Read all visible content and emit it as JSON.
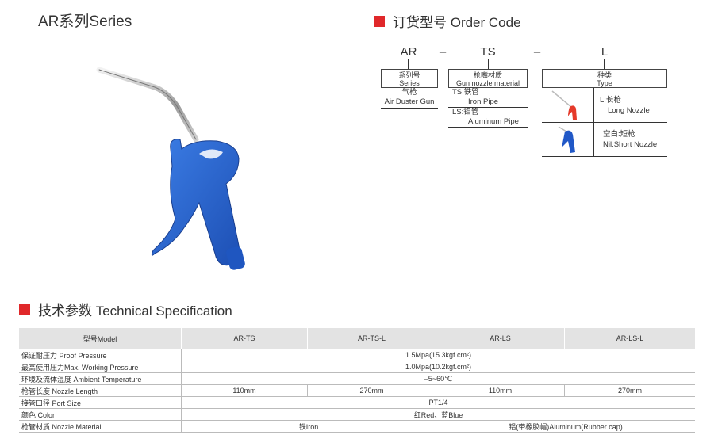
{
  "series_title": "AR系列Series",
  "order_code": {
    "heading": "订货型号 Order Code",
    "codes": [
      "AR",
      "TS",
      "L"
    ],
    "separators": [
      "–",
      "–"
    ],
    "series_box": {
      "cn": "系列号",
      "en": "Series"
    },
    "series_desc": {
      "cn": "气枪",
      "en": "Air Duster Gun"
    },
    "nozzle_box": "枪嘴材质\nGun nozzle material",
    "nozzle_options": [
      {
        "cn": "TS:铁管",
        "en": "Iron Pipe"
      },
      {
        "cn": "LS:铝管",
        "en": "Aluminum Pipe"
      }
    ],
    "type_box": {
      "cn": "种类",
      "en": "Type"
    },
    "type_options": [
      {
        "cn": "L:长枪",
        "en": "Long Nozzle",
        "color": "#e53a2a"
      },
      {
        "cn": "空白:短枪",
        "en": "Nil:Short Nozzle",
        "color": "#2158c7"
      }
    ]
  },
  "tech_spec": {
    "heading": "技术参数 Technical Specification",
    "header_label": "型号Model",
    "models": [
      "AR-TS",
      "AR-TS-L",
      "AR-LS",
      "AR-LS-L"
    ],
    "rows": [
      {
        "label": "保证耐压力 Proof Pressure",
        "value": "1.5Mpa(15.3kgf.cm²)"
      },
      {
        "label": "最高使用压力Max. Working Pressure",
        "value": "1.0Mpa(10.2kgf.cm²)"
      },
      {
        "label": "环境及流体温度 Ambient Temperature",
        "value": "–5~60℃"
      },
      {
        "label": "枪管长度 Nozzle Length",
        "values": [
          "110mm",
          "270mm",
          "110mm",
          "270mm"
        ]
      },
      {
        "label": "接管口径 Port Size",
        "value": "PT1/4"
      },
      {
        "label": "颜色 Color",
        "value": "红Red、蓝Blue"
      },
      {
        "label": "枪管材质 Nozzle Material",
        "split": [
          "铁Iron",
          "铝(带橡胶帽)Aluminum(Rubber cap)"
        ]
      }
    ]
  },
  "colors": {
    "accent": "#e0282a",
    "gun_blue": "#2463c9",
    "header_gray": "#e3e3e3"
  }
}
